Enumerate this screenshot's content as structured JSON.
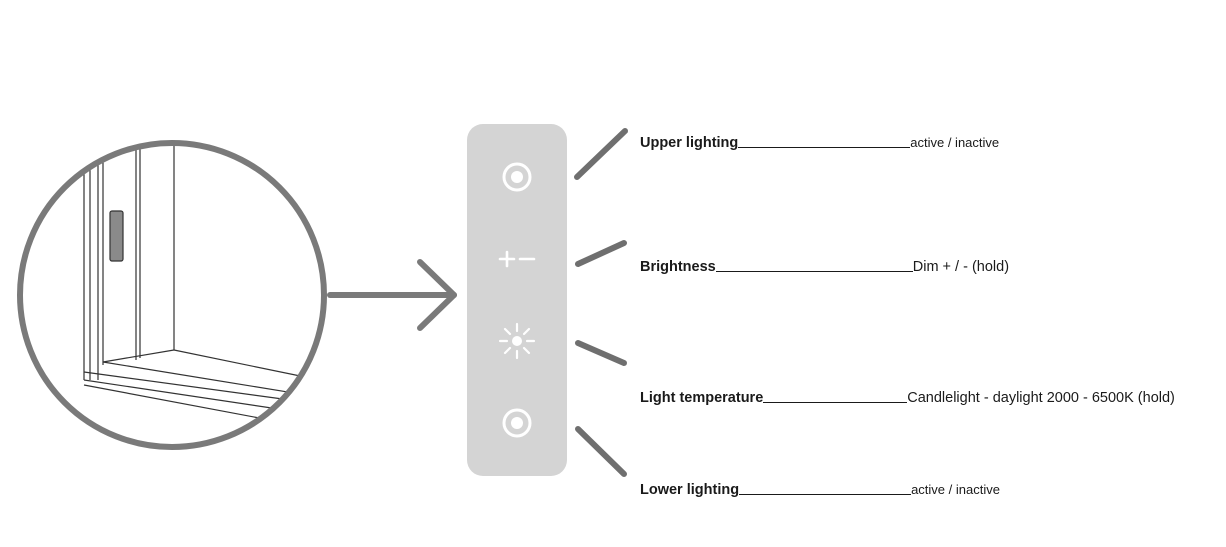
{
  "controls": [
    {
      "label": "Upper lighting",
      "value": "active / inactive",
      "icon": "ring-button-icon"
    },
    {
      "label": "Brightness",
      "value": "Dim + / - (hold)",
      "icon": "plus-minus-icon"
    },
    {
      "label": "Light temperature",
      "value": "Candlelight - daylight 2000 - 6500K (hold)",
      "icon": "sun-icon"
    },
    {
      "label": "Lower lighting",
      "value": "active / inactive",
      "icon": "ring-button-icon"
    }
  ],
  "colors": {
    "stroke": "#7a7a7a",
    "panel": "#d4d4d4",
    "icon": "#ffffff",
    "text": "#1a1a1a"
  }
}
